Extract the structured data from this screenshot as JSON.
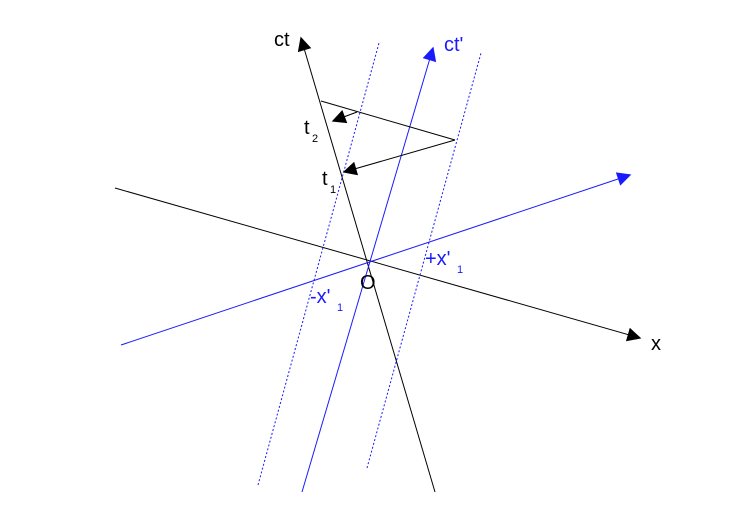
{
  "labels": {
    "ct": "ct",
    "ct_prime": "ct'",
    "x": "x",
    "origin": "O",
    "t1_base": "t",
    "t1_sub": "1",
    "t2_base": "t",
    "t2_sub": "2",
    "plus_x1_base": "+x'",
    "plus_x1_sub": "1",
    "minus_x1_base": "-x'",
    "minus_x1_sub": "1"
  },
  "colors": {
    "black": "#000000",
    "blue": "#1a1aff"
  }
}
